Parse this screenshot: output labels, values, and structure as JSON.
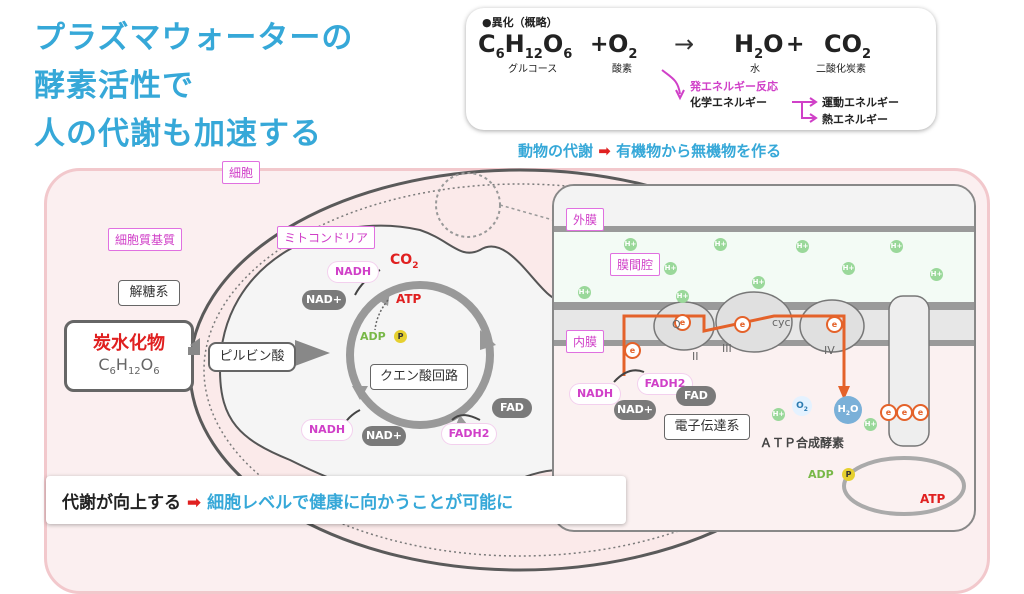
{
  "title": {
    "line1": "プラズマウォーターの",
    "line2": "酵素活性で",
    "line3": "人の代謝も加速する"
  },
  "catabolism": {
    "header": "●異化（概略）",
    "glucose_formula": "C6H12O6",
    "glucose_label": "グルコース",
    "plus1": "+",
    "oxygen_formula": "O2",
    "oxygen_label": "酸素",
    "arrow": "→",
    "water_formula": "H2O",
    "water_label": "水",
    "plus2": "+",
    "co2_formula": "CO2",
    "co2_label": "二酸化炭素",
    "exergonic": "発エネルギー反応",
    "chemical_energy": "化学エネルギー",
    "kinetic_energy": "運動エネルギー",
    "heat_energy": "熱エネルギー"
  },
  "subtitle_animal": "動物の代謝",
  "subtitle_arrow": "➡",
  "subtitle_result": "有機物から無機物を作る",
  "cell": {
    "cell_label": "細胞",
    "cytoplasm_label": "細胞質基質",
    "mito_label": "ミトコンドリア",
    "glycolysis": "解糖系",
    "carb": "炭水化物",
    "carb_formula": "C6H12O6",
    "pyruvate": "ピルビン酸",
    "citric_cycle": "クエン酸回路",
    "co2": "CO2",
    "atp": "ATP",
    "adp": "ADP",
    "p": "P",
    "nadh_top": "NADH",
    "nad_top": "NAD+",
    "nadh_bottom": "NADH",
    "nad_bottom": "NAD+",
    "fad": "FAD",
    "fadh2": "FADH2"
  },
  "membrane": {
    "outer": "外膜",
    "intermembrane": "膜間腔",
    "inner": "内膜",
    "nadh": "NADH",
    "nad": "NAD+",
    "fadh2": "FADH2",
    "fad": "FAD",
    "etc": "電子伝達系",
    "atp_synthase": "ＡＴＰ合成酵素",
    "o2": "O2",
    "h2o": "H2O",
    "adp": "ADP",
    "p": "P",
    "atp": "ATP",
    "complex_ii": "II",
    "complex_iii": "III",
    "complex_iv": "IV",
    "q": "Q",
    "cyc": "cyc",
    "h_ion": "H+",
    "electron": "e"
  },
  "bottom_banner": {
    "left": "代謝が向上する",
    "arrow": "➡",
    "right": "細胞レベルで健康に向かうことが可能に"
  },
  "colors": {
    "title_blue": "#36a8d8",
    "magenta": "#d040c8",
    "red": "#e02020",
    "orange": "#e4622a",
    "membrane_green": "#9ad89a"
  }
}
